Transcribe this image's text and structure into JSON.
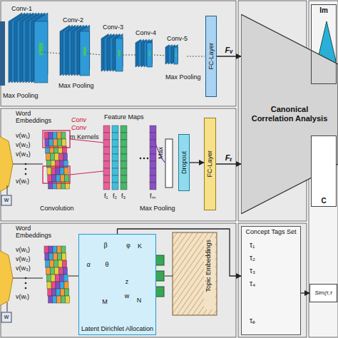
{
  "diagram": {
    "nodes": [
      {
        "text": [
          "Canonical Correlation Analysis"
        ]
      },
      {
        "text": [
          "FC-Layer"
        ]
      },
      {
        "text": [
          "Dropout"
        ]
      },
      {
        "text": [
          "FC-Layer"
        ]
      },
      {
        "text": [
          "Latent Dirichlet Allocation"
        ]
      },
      {
        "text": [
          "Concept Tags Set"
        ]
      },
      {
        "text": [
          "Im"
        ]
      },
      {
        "text": [
          "C"
        ]
      },
      {
        "text": [
          "Sim(τ,τ"
        ]
      }
    ],
    "edges": [
      {
        "from": 1,
        "to": 0,
        "arrow": "to",
        "label": "Fᵥ"
      },
      {
        "from": 2,
        "to": 3,
        "arrow": "to"
      },
      {
        "from": 3,
        "to": 0,
        "arrow": "to",
        "label": "Fₜ"
      },
      {
        "from": 0,
        "to": 6,
        "arrow": "to"
      },
      {
        "from": 4,
        "to": 5,
        "arrow": "to"
      },
      {
        "from": 5,
        "to": 8,
        "arrow": "to"
      }
    ],
    "labels": [
      "Conv-1",
      "Conv-2",
      "Conv-3",
      "Conv-4",
      "Conv-5",
      "Max Pooling",
      "Max Pooling",
      "Max Pooling",
      "Word Embeddings",
      "v(w₁)",
      "v(w₂)",
      "v(w₃)",
      "v(wₗ)",
      "w",
      "Conv",
      "Conv",
      "m Kernels",
      "Feature Maps",
      "f₁",
      "f₂",
      "f₃",
      "fₘ",
      "Max",
      "Max Pooling",
      "Convolution",
      "Word Embeddings",
      "v(w₁)",
      "v(w₂)",
      "v(w₃)",
      "v(wₗ)",
      "w",
      "α",
      "θ",
      "z",
      "w",
      "β",
      "φ",
      "K",
      "N",
      "M",
      "Topic Embeddings",
      "τ₁",
      "τ₂",
      "τ₃",
      "τ₄",
      "τₑ"
    ]
  }
}
